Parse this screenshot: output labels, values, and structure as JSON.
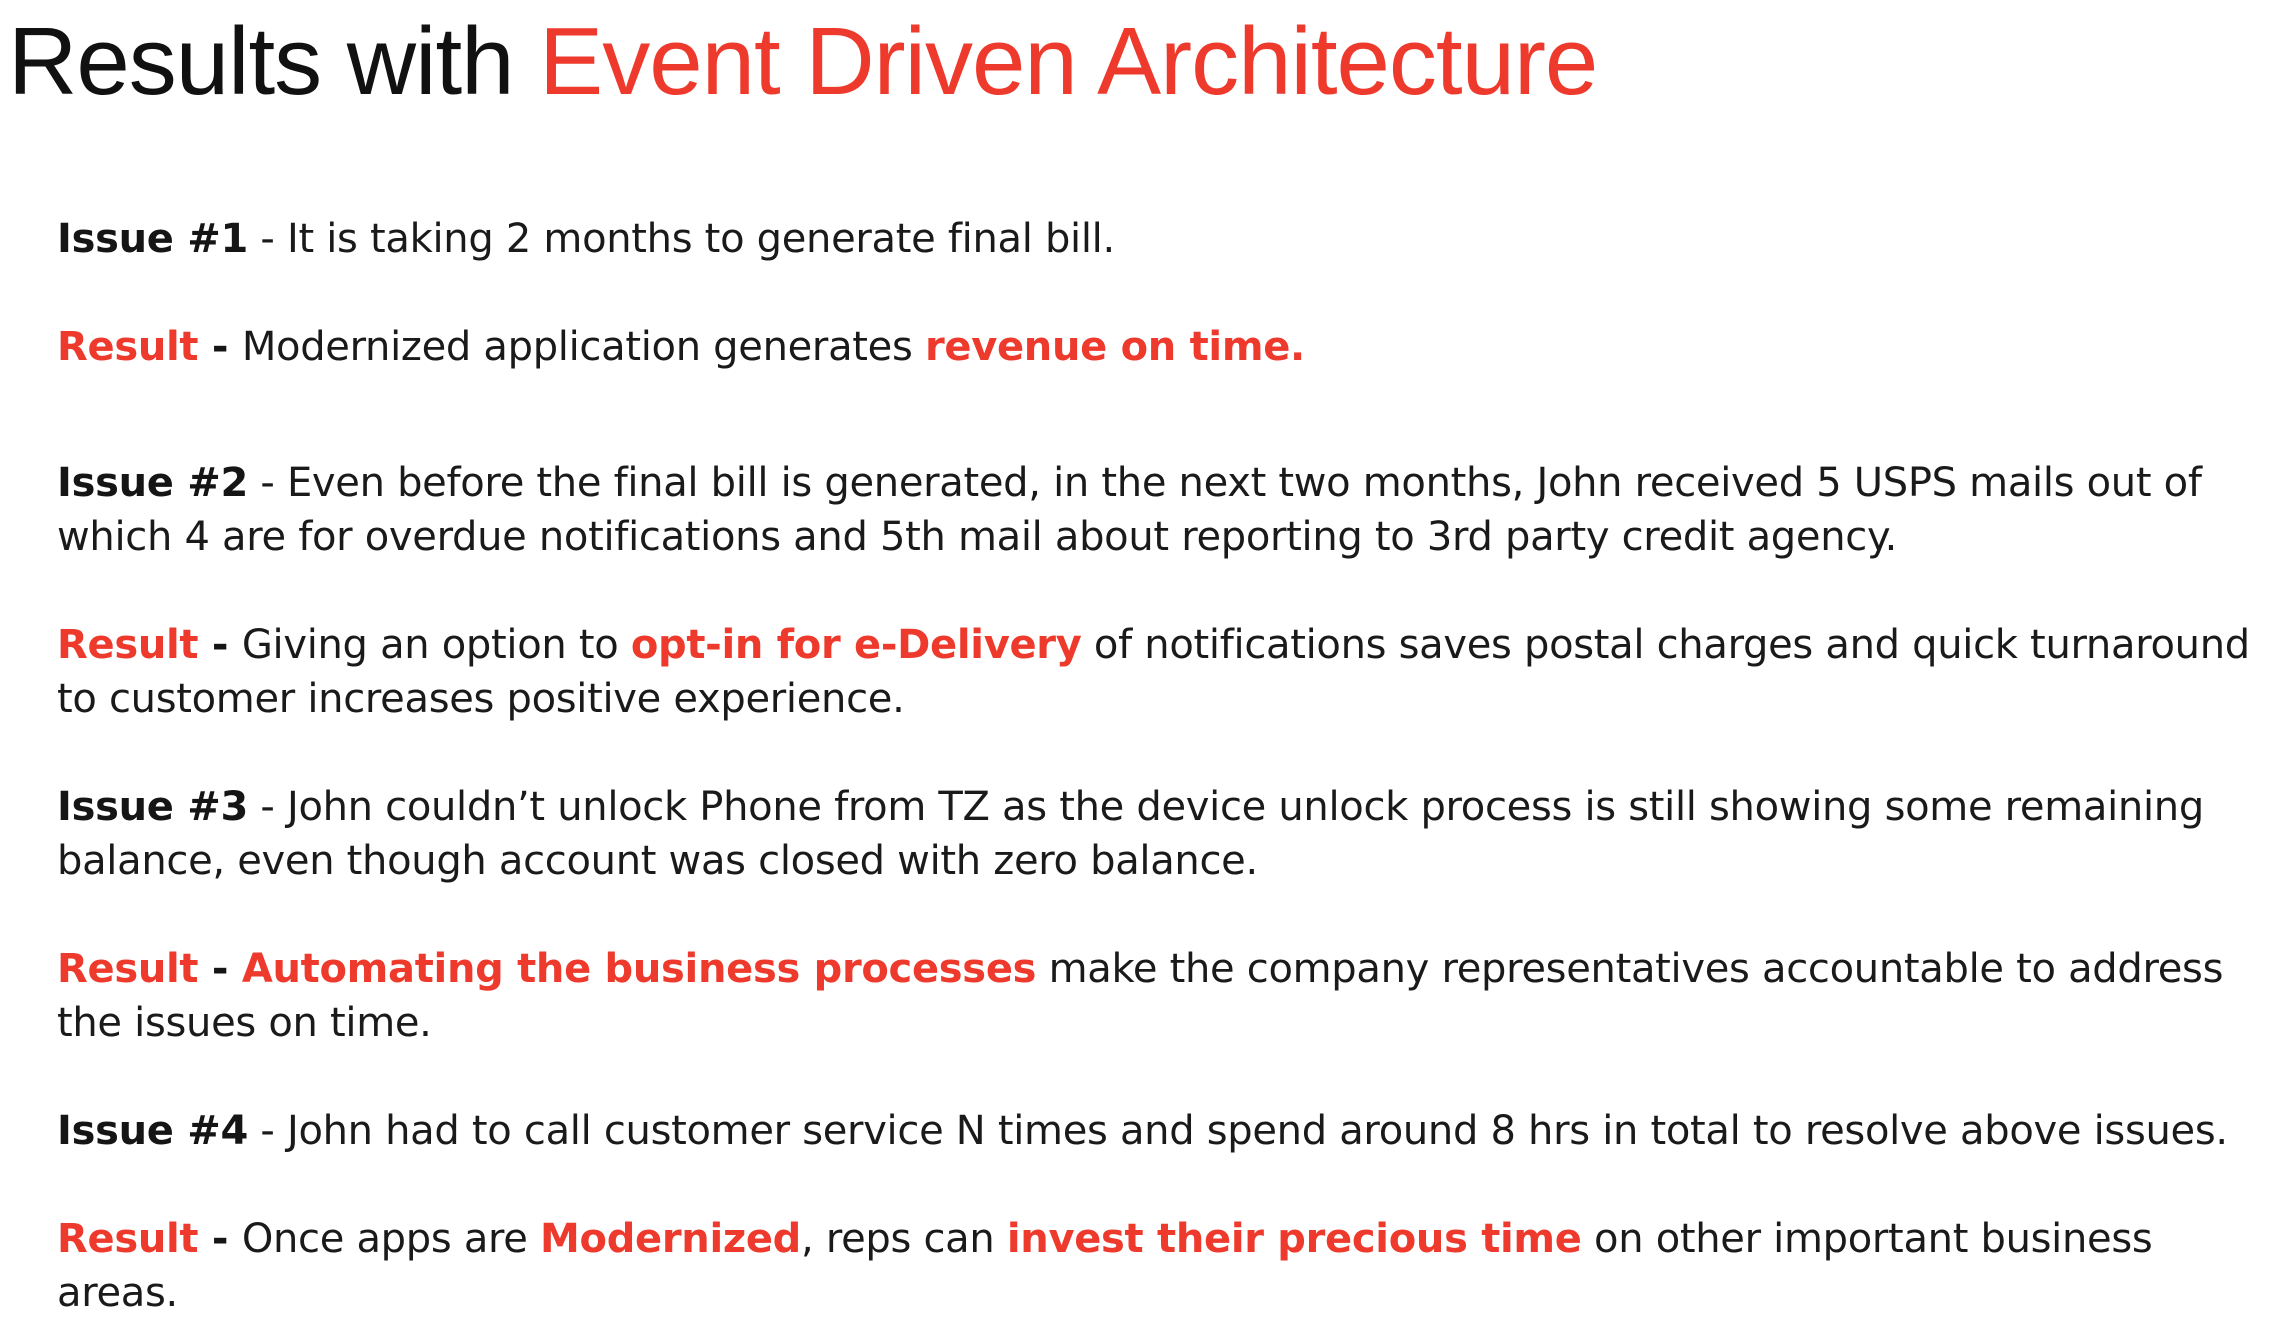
{
  "title": {
    "prefix": "Results with ",
    "accent": "Event Driven Architecture"
  },
  "items": [
    {
      "issue_label": "Issue #1",
      "issue_text": " - It is taking 2 months to generate final bill.",
      "result_label": "Result",
      "result_dash": " - ",
      "result_parts": [
        {
          "t": "Modernized application generates ",
          "hl": false
        },
        {
          "t": "revenue on time.",
          "hl": true
        }
      ]
    },
    {
      "issue_label": "Issue #2",
      "issue_text": " - Even before the final bill is generated, in the next two months, John received 5 USPS mails out of which 4 are for overdue notifications and 5th mail about reporting to 3rd party credit agency.",
      "result_label": "Result",
      "result_dash": " - ",
      "result_parts": [
        {
          "t": "Giving an option to ",
          "hl": false
        },
        {
          "t": "opt-in for e-Delivery",
          "hl": true
        },
        {
          "t": " of notifications saves postal charges and quick turnaround to customer increases positive experience.",
          "hl": false
        }
      ]
    },
    {
      "issue_label": "Issue #3",
      "issue_text": " - John couldn’t unlock Phone from TZ as the device unlock process is still showing some remaining balance, even though account was closed with zero balance.",
      "result_label": "Result",
      "result_dash": " - ",
      "result_parts": [
        {
          "t": "Automating the business processes",
          "hl": true
        },
        {
          "t": " make the company representatives accountable to address the issues on time.",
          "hl": false
        }
      ]
    },
    {
      "issue_label": "Issue #4",
      "issue_text": " - John had to call customer service N times and spend around 8 hrs in total to resolve above issues.",
      "result_label": "Result",
      "result_dash": " - ",
      "result_parts": [
        {
          "t": "Once apps are ",
          "hl": false
        },
        {
          "t": "Modernized",
          "hl": true
        },
        {
          "t": ", reps can ",
          "hl": false
        },
        {
          "t": "invest their precious time",
          "hl": true
        },
        {
          "t": " on other important business areas.",
          "hl": false
        }
      ]
    }
  ]
}
